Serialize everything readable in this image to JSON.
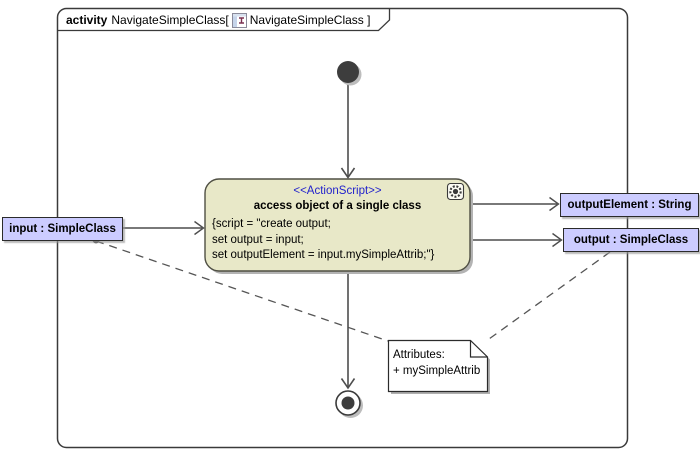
{
  "frame": {
    "keyword": "activity",
    "title_text": "NavigateSimpleClass[",
    "diagram_ref": "NavigateSimpleClass ]",
    "icon": "activity-diagram-icon"
  },
  "action": {
    "stereotype": "<<ActionScript>>",
    "name": "access object of a single class",
    "script_lines": [
      "{script = \"create output;",
      "set output = input;",
      "set outputElement = input.mySimpleAttrib;\"}"
    ],
    "corner_icon": "behavior-gear-icon"
  },
  "pins": {
    "input_label": "input : SimpleClass",
    "output_element_label": "outputElement : String",
    "output_label": "output : SimpleClass"
  },
  "note": {
    "line1": "Attributes:",
    "line2": "+ mySimpleAttrib"
  },
  "colors": {
    "action_fill": "#E8E8C8",
    "pin_fill": "#CCCCFF",
    "stereotype_text": "#2222CC",
    "edge": "#4D4D4D",
    "frame_border": "#3A3A3A",
    "node_fill": "#3D3D3D",
    "note_fill": "#FFFFFF",
    "shadow": "#B5B5B5"
  }
}
